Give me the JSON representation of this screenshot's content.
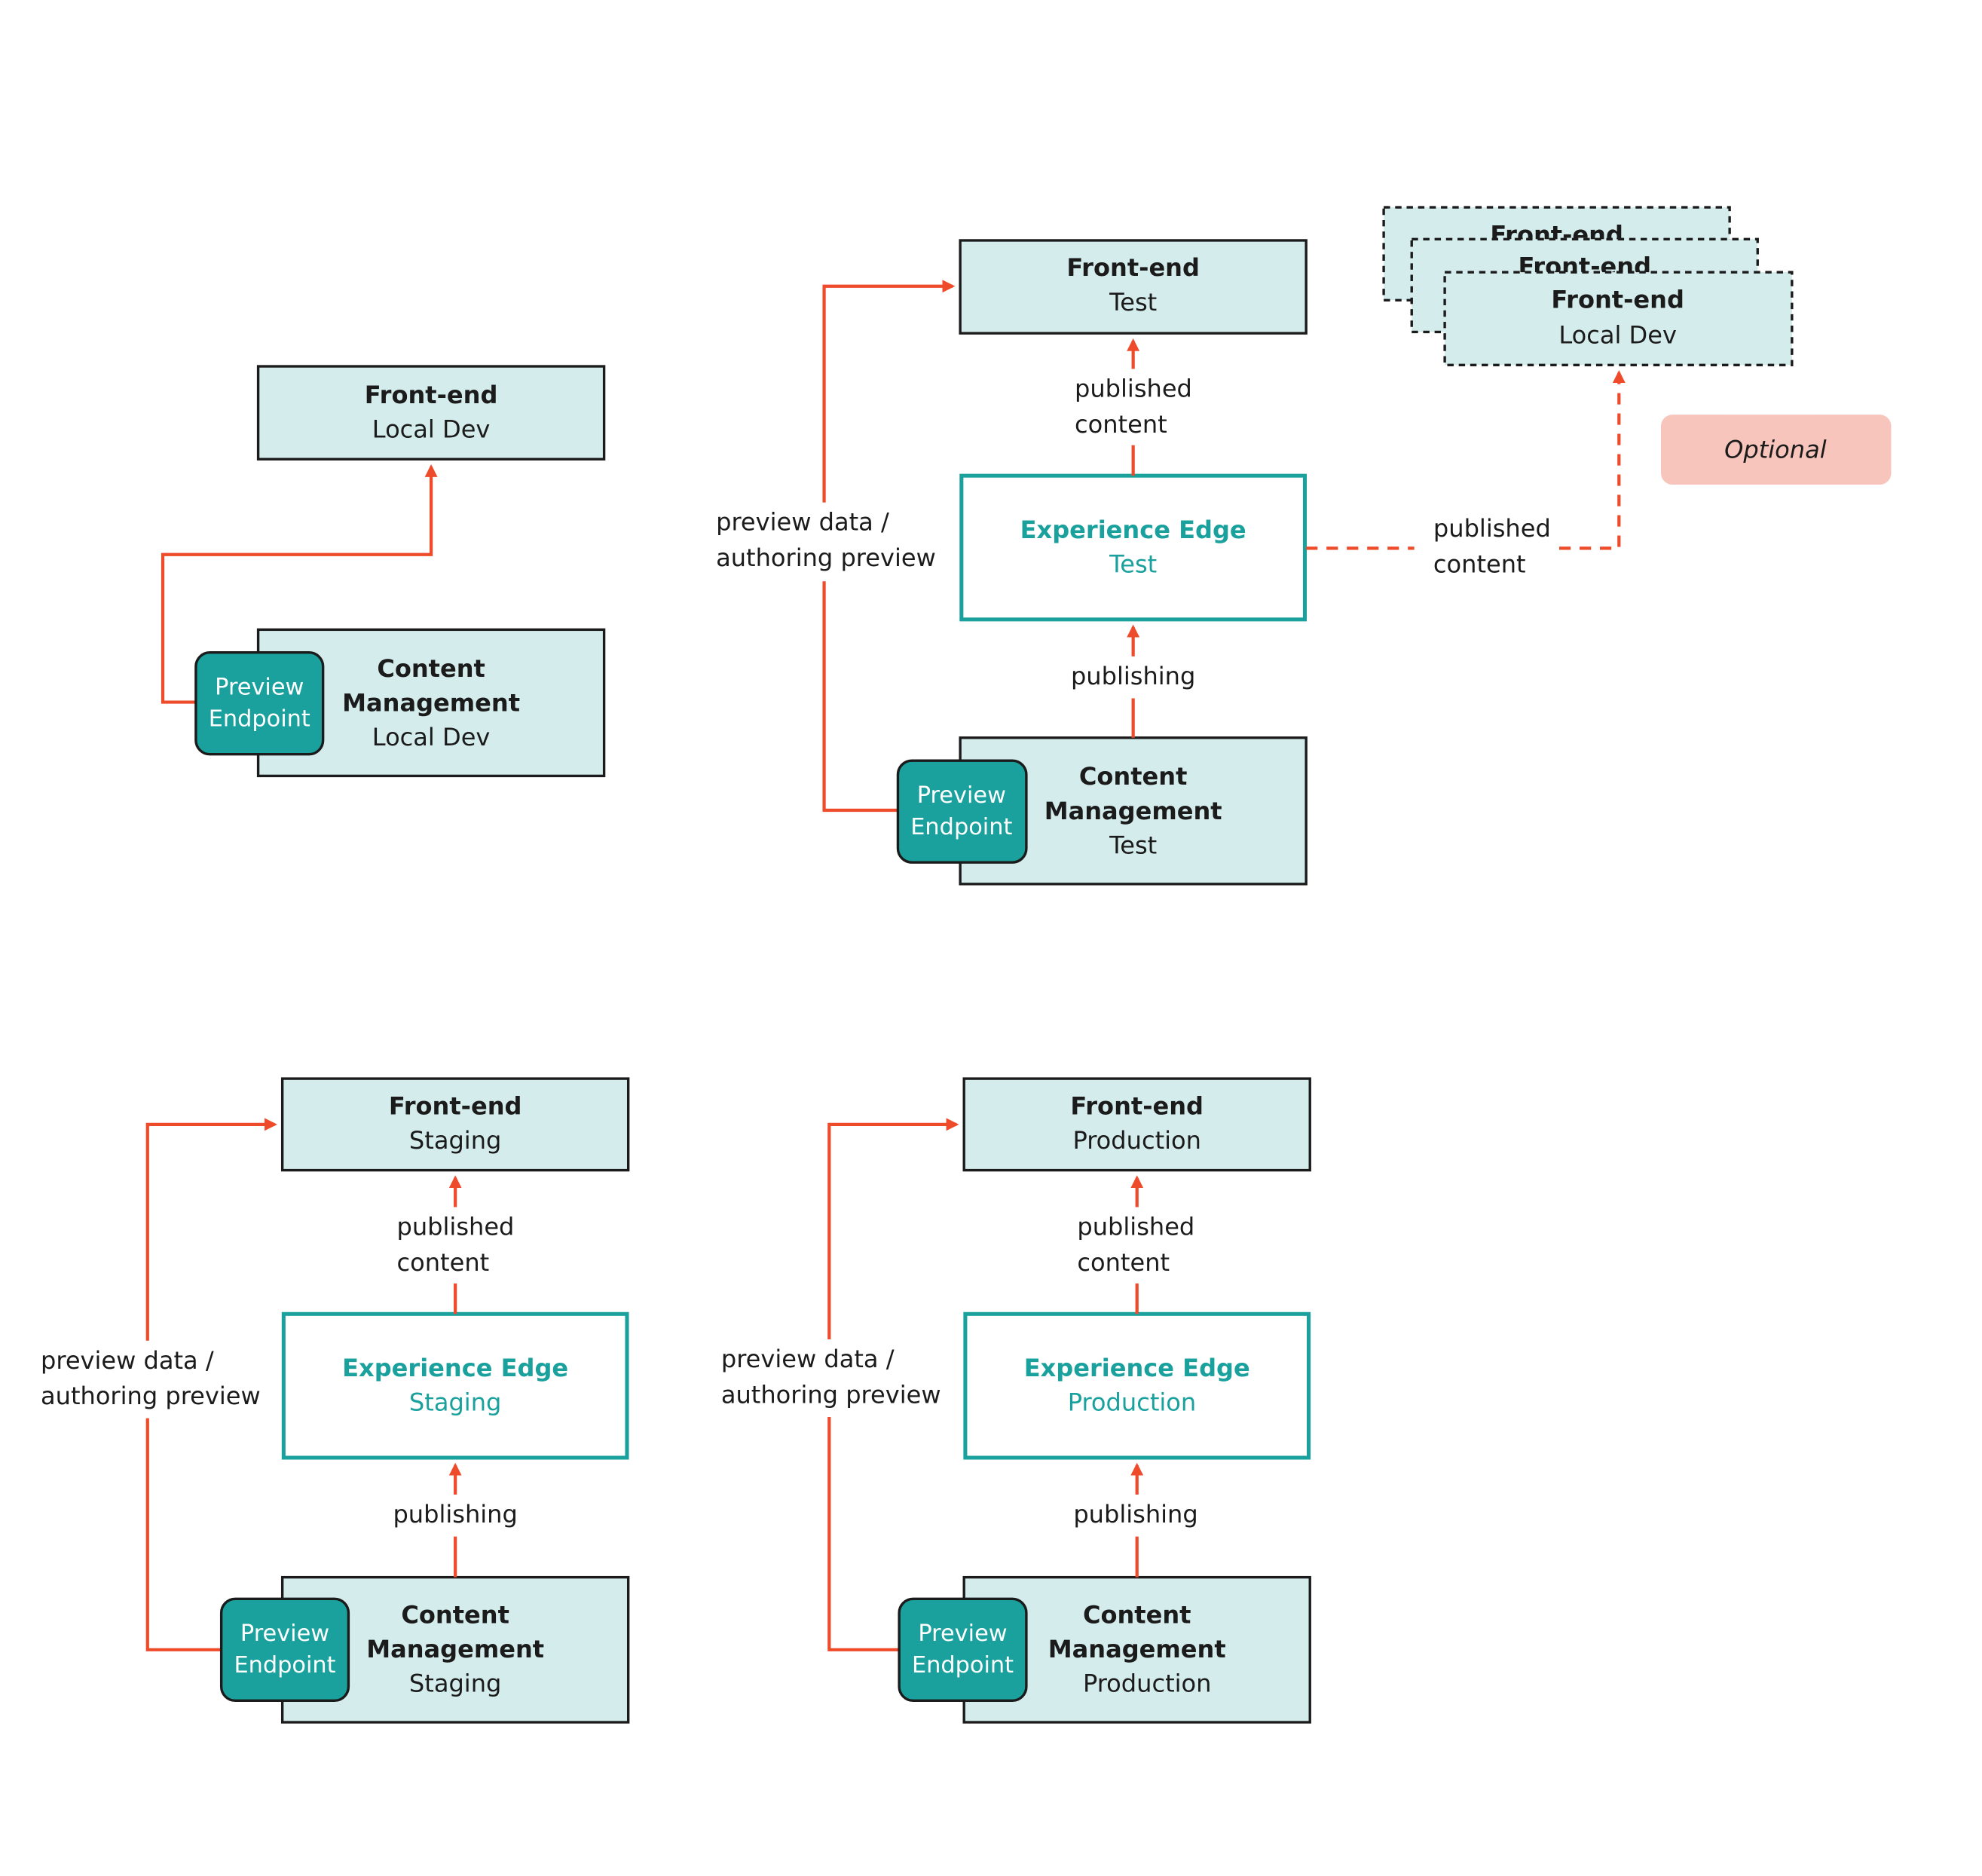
{
  "labels": {
    "front_end": "Front-end",
    "content": "Content",
    "management": "Management",
    "experience_edge": "Experience Edge",
    "preview": "Preview",
    "endpoint": "Endpoint",
    "published": "published",
    "content_lower": "content",
    "publishing": "publishing",
    "preview_data": "preview data /",
    "authoring_preview": "authoring preview",
    "optional": "Optional"
  },
  "environments": {
    "local_dev": "Local Dev",
    "test": "Test",
    "staging": "Staging",
    "production": "Production"
  },
  "colors": {
    "box_fill": "#d4ecec",
    "teal": "#1aa19d",
    "arrow": "#ee4b2b",
    "optional_fill": "#f8c5bd",
    "stroke": "#1b1b1b"
  }
}
